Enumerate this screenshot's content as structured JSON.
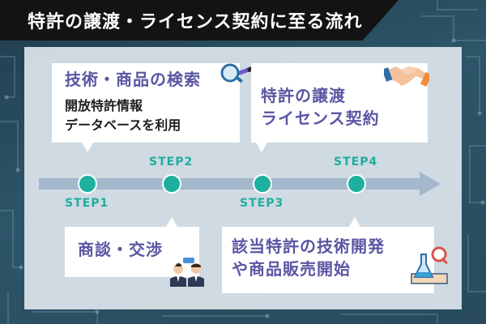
{
  "title": "特許の譲渡・ライセンス契約に至る流れ",
  "steps": [
    {
      "label": "STEP1"
    },
    {
      "label": "STEP2"
    },
    {
      "label": "STEP3"
    },
    {
      "label": "STEP4"
    }
  ],
  "box1": {
    "heading": "技術・商品の検索",
    "line1": "開放特許情報",
    "line2": "データベースを利用"
  },
  "box2": {
    "heading": "商談・交渉"
  },
  "box3": {
    "line1": "特許の譲渡",
    "line2": "ライセンス契約"
  },
  "box4": {
    "line1": "該当特許の技術開発",
    "line2": "や商品販売開始"
  },
  "icons": [
    "magnifier-icon",
    "handshake-icon",
    "business-people-icon",
    "research-lab-icon"
  ],
  "colors": {
    "title_bar": "#131313",
    "heading": "#5a56a3",
    "step_accent": "#1eaf9f",
    "arrow": "#a3b8cc",
    "panel": "#e1e9f0"
  }
}
